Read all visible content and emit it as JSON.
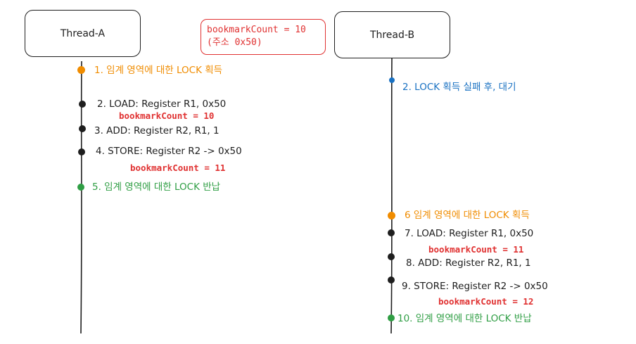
{
  "threads": {
    "a": {
      "title": "Thread-A"
    },
    "b": {
      "title": "Thread-B"
    }
  },
  "memory_note": {
    "line1": "bookmarkCount = 10",
    "line2": "(주소 0x50)"
  },
  "colors": {
    "orange": "#f08c00",
    "blue": "#1971c2",
    "green": "#2f9e44",
    "red": "#e03131",
    "dark": "#1e1e1e"
  },
  "thread_a_steps": [
    {
      "text": "1. 임계 영역에 대한 LOCK 획득",
      "color": "orange"
    },
    {
      "text": "2. LOAD: Register R1, 0x50",
      "color": "dark",
      "value": "bookmarkCount = 10"
    },
    {
      "text": "3. ADD: Register R2, R1, 1",
      "color": "dark"
    },
    {
      "text": "4. STORE: Register R2 -> 0x50",
      "color": "dark",
      "value": "bookmarkCount = 11"
    },
    {
      "text": "5. 임계 영역에 대한 LOCK 반납",
      "color": "green"
    }
  ],
  "thread_b_steps": [
    {
      "text": "2. LOCK 획득 실패 후, 대기",
      "color": "blue"
    },
    {
      "text": "6 임계 영역에 대한 LOCK 획득",
      "color": "orange"
    },
    {
      "text": "7. LOAD: Register R1, 0x50",
      "color": "dark",
      "value": "bookmarkCount = 11"
    },
    {
      "text": "8. ADD: Register R2, R1, 1",
      "color": "dark"
    },
    {
      "text": "9. STORE: Register R2 -> 0x50",
      "color": "dark",
      "value": "bookmarkCount = 12"
    },
    {
      "text": "10. 임계 영역에 대한 LOCK 반납",
      "color": "green"
    }
  ]
}
